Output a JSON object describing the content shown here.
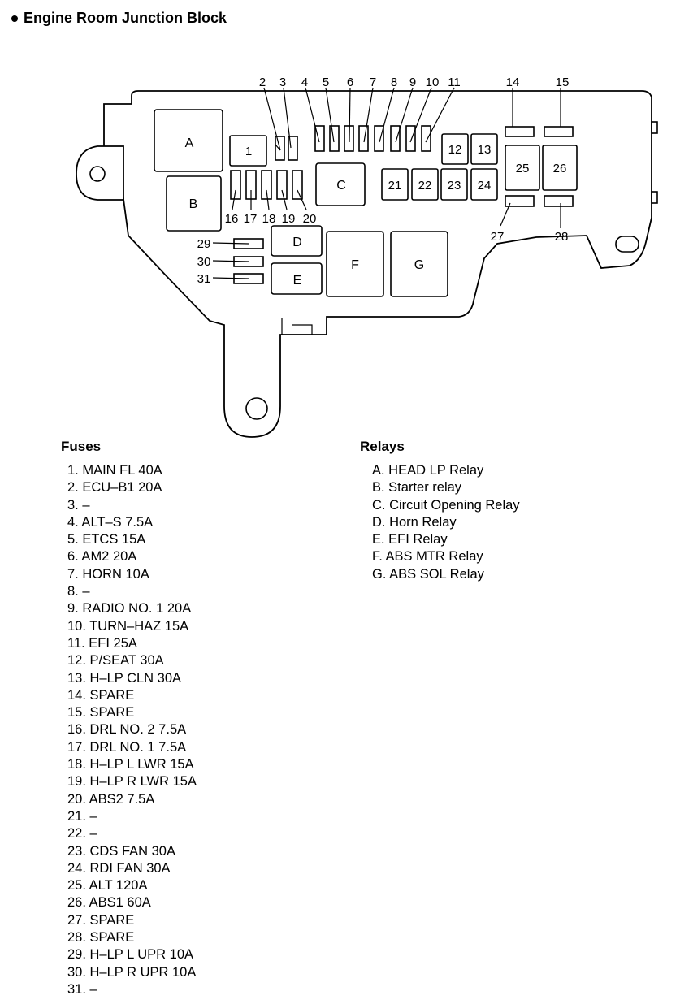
{
  "title": "Engine Room Junction Block",
  "diagram": {
    "relays": [
      "A",
      "B",
      "C",
      "D",
      "E",
      "F",
      "G"
    ],
    "fuse_numbers": [
      "1",
      "2",
      "3",
      "4",
      "5",
      "6",
      "7",
      "8",
      "9",
      "10",
      "11",
      "12",
      "13",
      "14",
      "15",
      "16",
      "17",
      "18",
      "19",
      "20",
      "21",
      "22",
      "23",
      "24",
      "25",
      "26",
      "27",
      "28",
      "29",
      "30",
      "31"
    ]
  },
  "fuses": {
    "heading": "Fuses",
    "items": [
      "1.  MAIN FL 40A",
      "2. ECU–B1 20A",
      "3. –",
      "4. ALT–S 7.5A",
      "5. ETCS 15A",
      "6. AM2 20A",
      "7. HORN 10A",
      "8. –",
      "9. RADIO NO. 1 20A",
      "10. TURN–HAZ 15A",
      "11. EFI 25A",
      "12. P/SEAT 30A",
      "13. H–LP CLN 30A",
      "14. SPARE",
      "15. SPARE",
      "16. DRL NO. 2 7.5A",
      "17. DRL NO. 1 7.5A",
      "18. H–LP L LWR 15A",
      "19. H–LP R LWR 15A",
      "20. ABS2 7.5A",
      "21. –",
      "22. –",
      "23. CDS FAN 30A",
      "24. RDI FAN 30A",
      "25. ALT 120A",
      "26. ABS1 60A",
      "27. SPARE",
      "28. SPARE",
      "29. H–LP L UPR 10A",
      "30. H–LP R UPR 10A",
      "31. –"
    ]
  },
  "relays_legend": {
    "heading": "Relays",
    "items": [
      "A. HEAD LP Relay",
      "B. Starter relay",
      "C. Circuit Opening Relay",
      "D. Horn Relay",
      "E. EFI Relay",
      "F. ABS MTR Relay",
      "G.  ABS SOL Relay"
    ]
  }
}
